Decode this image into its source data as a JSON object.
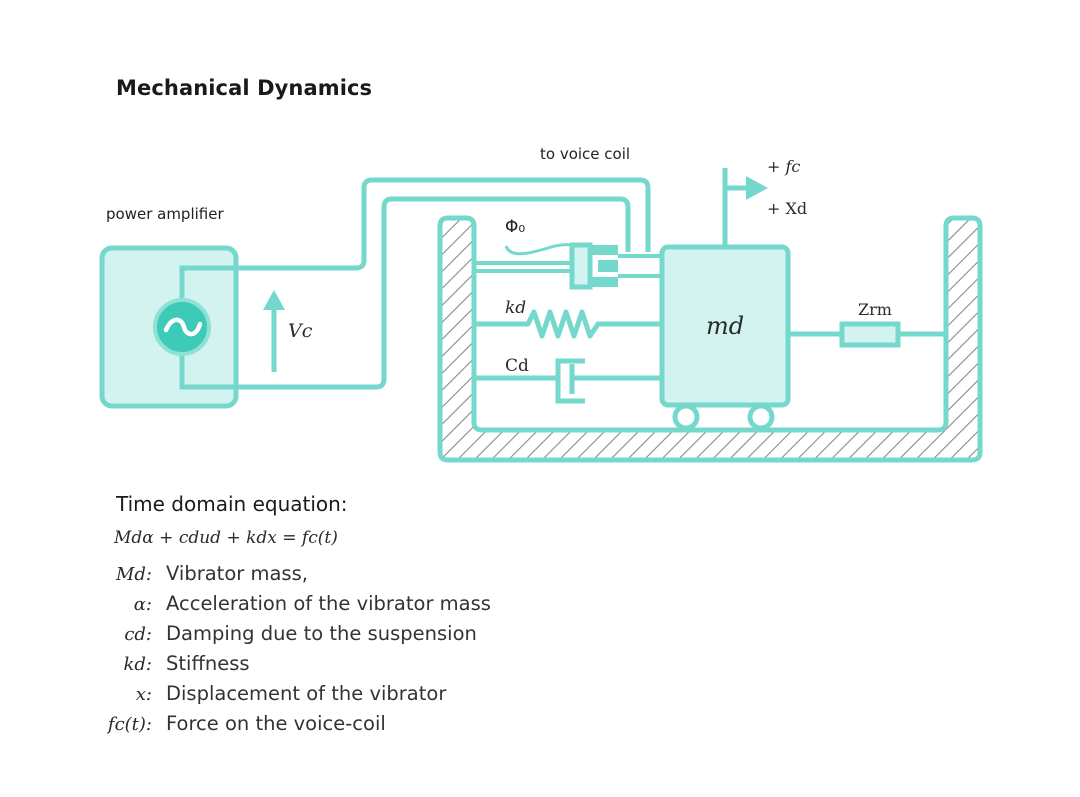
{
  "title": "Mechanical Dynamics",
  "diagram": {
    "colors": {
      "line": "#74d9cc",
      "fill_light": "#d2f3ef",
      "source_fill": "#3ecab9",
      "hatch": "#8a8a8a"
    },
    "labels": {
      "power_amplifier": "power amplifier",
      "to_voice_coil": "to voice coil",
      "voltage": "Vc",
      "flux": "Φ₀",
      "stiffness": "kd",
      "damping": "Cd",
      "mass": "md",
      "radiation_impedance": "Zrm",
      "force": "+ fc",
      "displacement": "+ Xd"
    },
    "source_symbol": "~"
  },
  "equation": {
    "heading": "Time domain equation:",
    "formula": "Mdα + cdud + kdx = fc(t)"
  },
  "legend": [
    {
      "symbol": "Md:",
      "description": "Vibrator mass,"
    },
    {
      "symbol": "α:",
      "description": "Acceleration of the vibrator mass"
    },
    {
      "symbol": "cd:",
      "description": "Damping due to the suspension"
    },
    {
      "symbol": "kd:",
      "description": "Stiffness"
    },
    {
      "symbol": "x:",
      "description": "Displacement of the vibrator"
    },
    {
      "symbol": "fc(t):",
      "description": "Force on the voice-coil"
    }
  ]
}
